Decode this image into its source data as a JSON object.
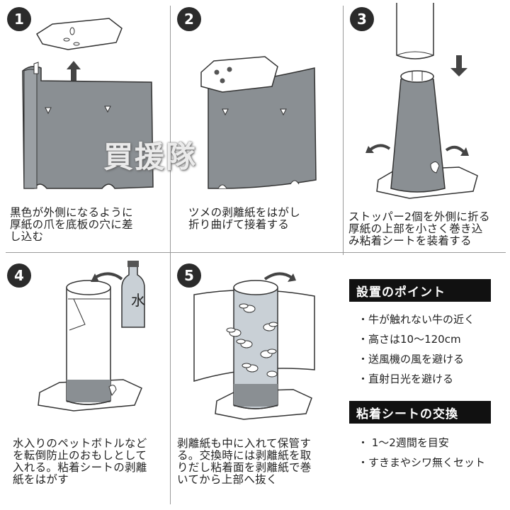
{
  "steps": [
    {
      "number": "1",
      "text": "黒色が外側になるように\n厚紙の爪を底板の穴に差\nし込む"
    },
    {
      "number": "2",
      "text": "ツメの剥離紙をはがし\n折り曲げて接着する"
    },
    {
      "number": "3",
      "text": "ストッパー2個を外側に折る\n厚紙の上部を小さく巻き込\nみ粘着シートを装着する"
    },
    {
      "number": "4",
      "text": "水入りのペットボトルなど\nを転倒防止のおもしとして\n入れる。粘着シートの剥離\n紙をはがす"
    },
    {
      "number": "5",
      "text": "剥離紙も中に入れて保管す\nる。交換時には剥離紙を取\nりだし粘着面を剥離紙で巻\nいてから上部へ抜く"
    }
  ],
  "bottle_label": "水",
  "watermark": "買援隊",
  "placement": {
    "heading": "設置のポイント",
    "tips": [
      "・牛が触れない牛の近く",
      "・高さは10〜120cm",
      "・送風機の風を避ける",
      "・直射日光を避ける"
    ]
  },
  "replacement": {
    "heading": "粘着シートの交換",
    "tips": [
      "・ 1〜2週間を目安",
      "・すきまやシワ無くセット"
    ]
  },
  "colors": {
    "sheet": "#8a8f93",
    "sheet_dark": "#6f7478",
    "outline": "#333333",
    "tube_light": "#c9d0d6"
  }
}
